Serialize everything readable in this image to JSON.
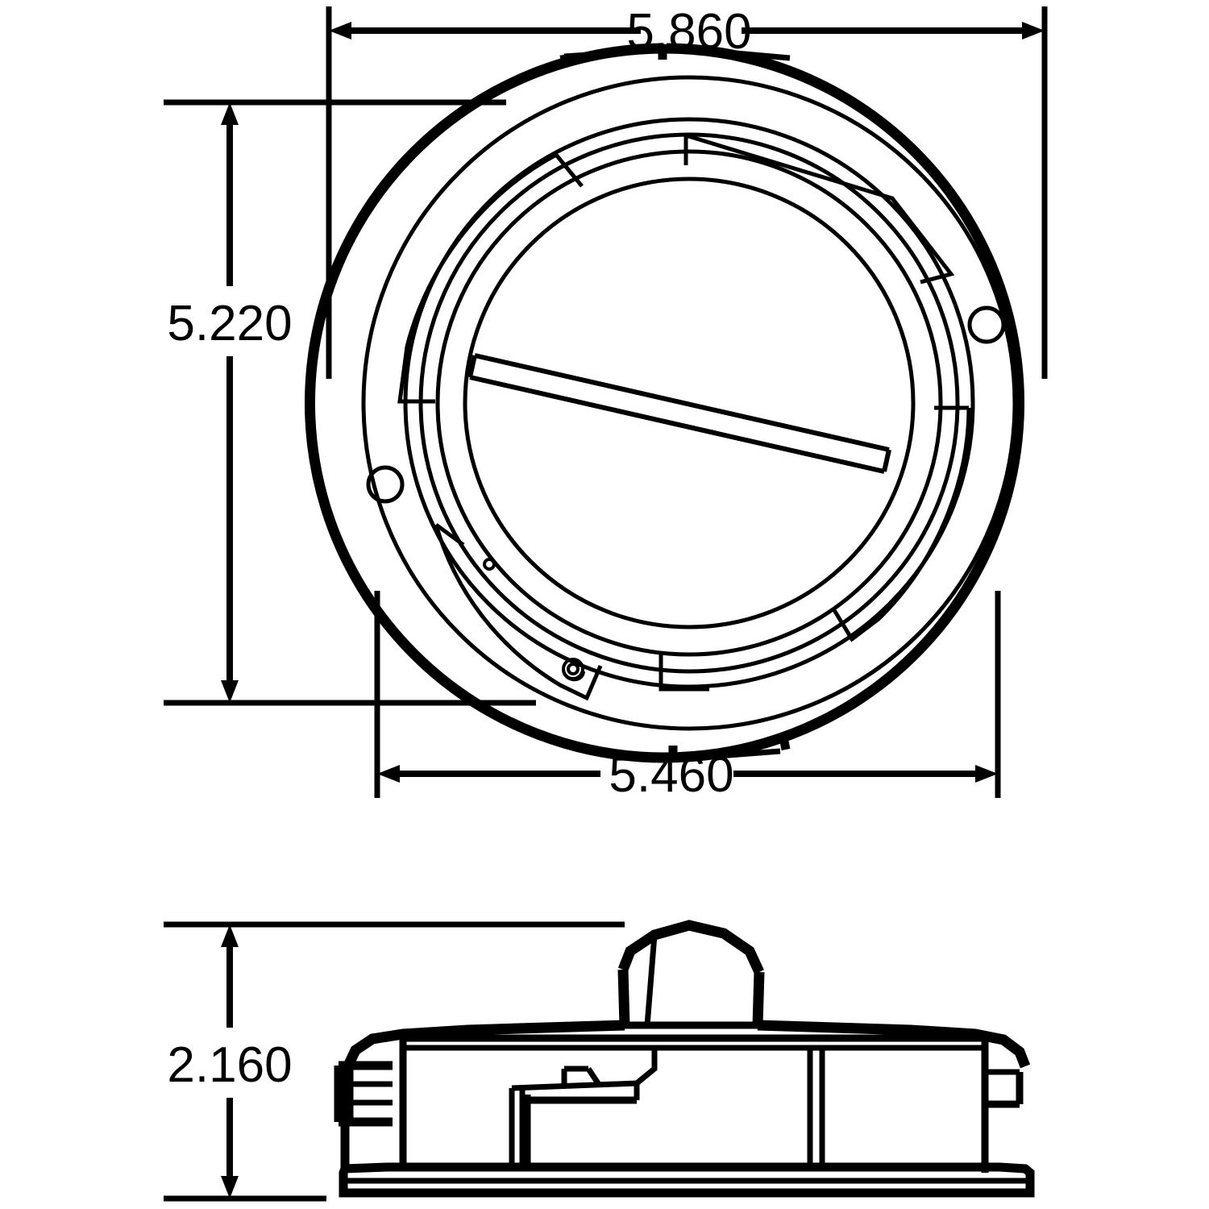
{
  "drawing": {
    "type": "engineering-dimensioned-drawing",
    "background_color": "#ffffff",
    "line_color": "#000000",
    "units_note": "",
    "views": [
      {
        "name": "top-view",
        "description": "round housing face view with outer ring, inner bezel rings, diagonal slot bar, two mounting holes and locking tabs"
      },
      {
        "name": "side-view",
        "description": "side elevation of housing with raised center knob, top shell, side flanges and base"
      }
    ]
  },
  "dimensions": {
    "overall_width": {
      "value": "5.860",
      "name": "top-width-dimension",
      "orientation": "horizontal",
      "view": "top-view"
    },
    "overall_height": {
      "value": "5.220",
      "name": "left-height-dimension",
      "orientation": "vertical",
      "view": "top-view"
    },
    "inner_width": {
      "value": "5.460",
      "name": "bottom-width-dimension",
      "orientation": "horizontal",
      "view": "top-view"
    },
    "side_height": {
      "value": "2.160",
      "name": "side-height-dimension",
      "orientation": "vertical",
      "view": "side-view"
    }
  },
  "chart_data": {
    "type": "table",
    "title": "",
    "categories": [
      "5.860",
      "5.220",
      "5.460",
      "2.160"
    ],
    "values": [
      5.86,
      5.22,
      5.46,
      2.16
    ],
    "xlabel": "",
    "ylabel": ""
  }
}
